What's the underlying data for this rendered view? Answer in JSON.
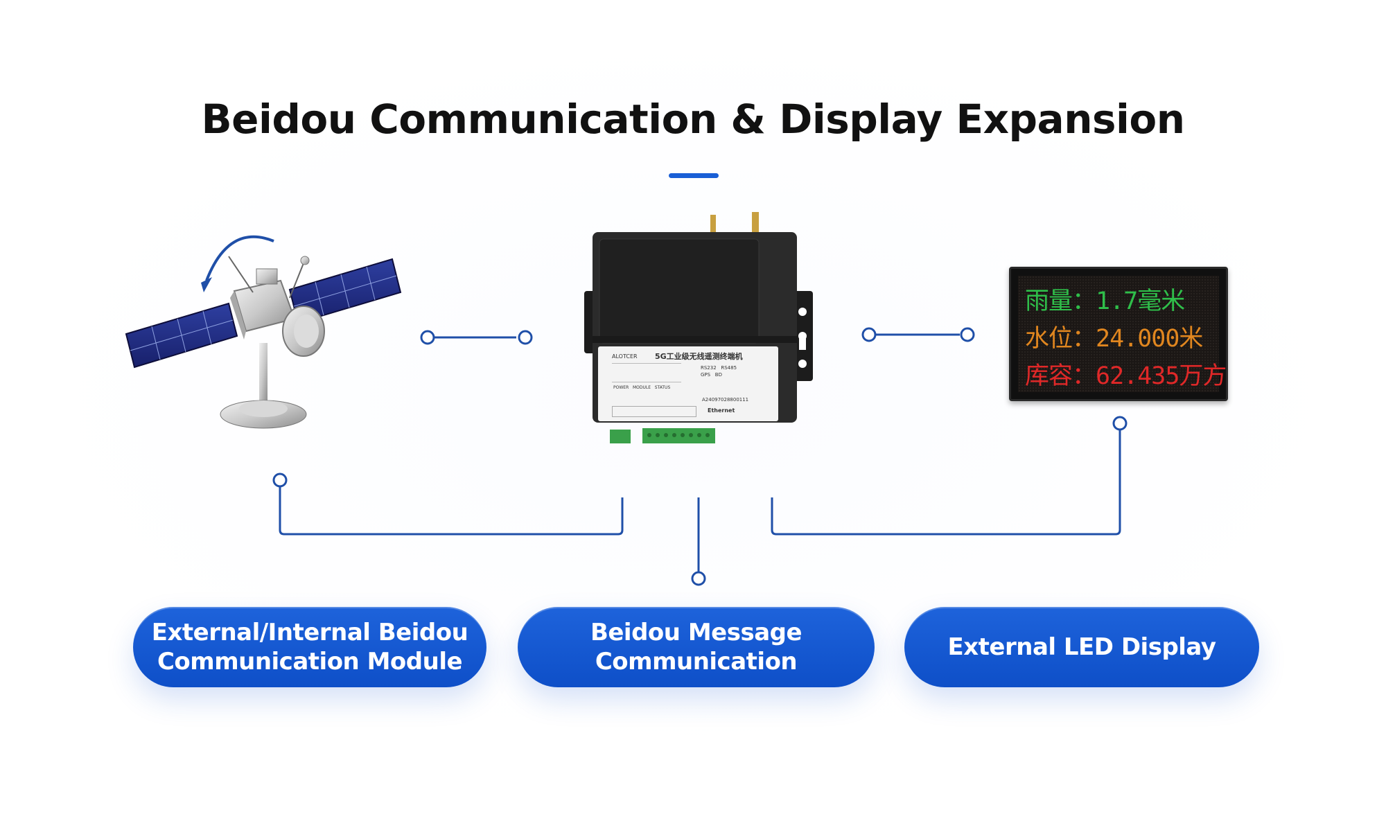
{
  "title": "Beidou Communication & Display Expansion",
  "pills": {
    "module": [
      "External/Internal Beidou",
      "Communication Module"
    ],
    "message": [
      "Beidou Message",
      "Communication"
    ],
    "led": "External LED Display"
  },
  "led_display": {
    "rows": [
      "雨量：1.7毫米",
      "水位：24.000米",
      "库容：62.435万方"
    ],
    "row_colors": [
      "#2fbf4a",
      "#e0861f",
      "#e02828"
    ]
  },
  "device": {
    "brand": "ALOTCER",
    "model_title": "5G工业级无线遥测终端机",
    "serial": "A24097028800111",
    "port_label": "Ethernet",
    "spec_labels": [
      "RS232",
      "RS485",
      "GPS",
      "BD",
      "POWER",
      "MODULE",
      "STATUS"
    ]
  },
  "colors": {
    "accent": "#1a5fd6",
    "connector": "#1f4fa8"
  }
}
